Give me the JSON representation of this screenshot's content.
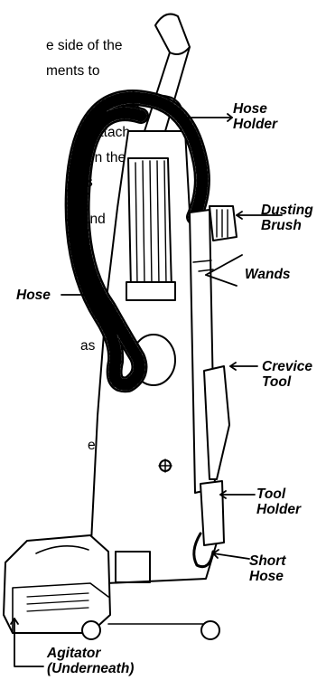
{
  "fragments": [
    "e side of the",
    "ments to",
    "Attach",
    "on the",
    "s",
    "g and",
    "as",
    "ec-"
  ],
  "labels": {
    "hose_holder": [
      "Hose",
      "Holder"
    ],
    "dusting_brush": [
      "Dusting",
      "Brush"
    ],
    "wands": "Wands",
    "hose": "Hose",
    "crevice_tool": [
      "Crevice",
      "Tool"
    ],
    "tool_holder": [
      "Tool",
      "Holder"
    ],
    "short_hose": [
      "Short",
      "Hose"
    ],
    "agitator": [
      "Agitator",
      "(Underneath)"
    ]
  }
}
